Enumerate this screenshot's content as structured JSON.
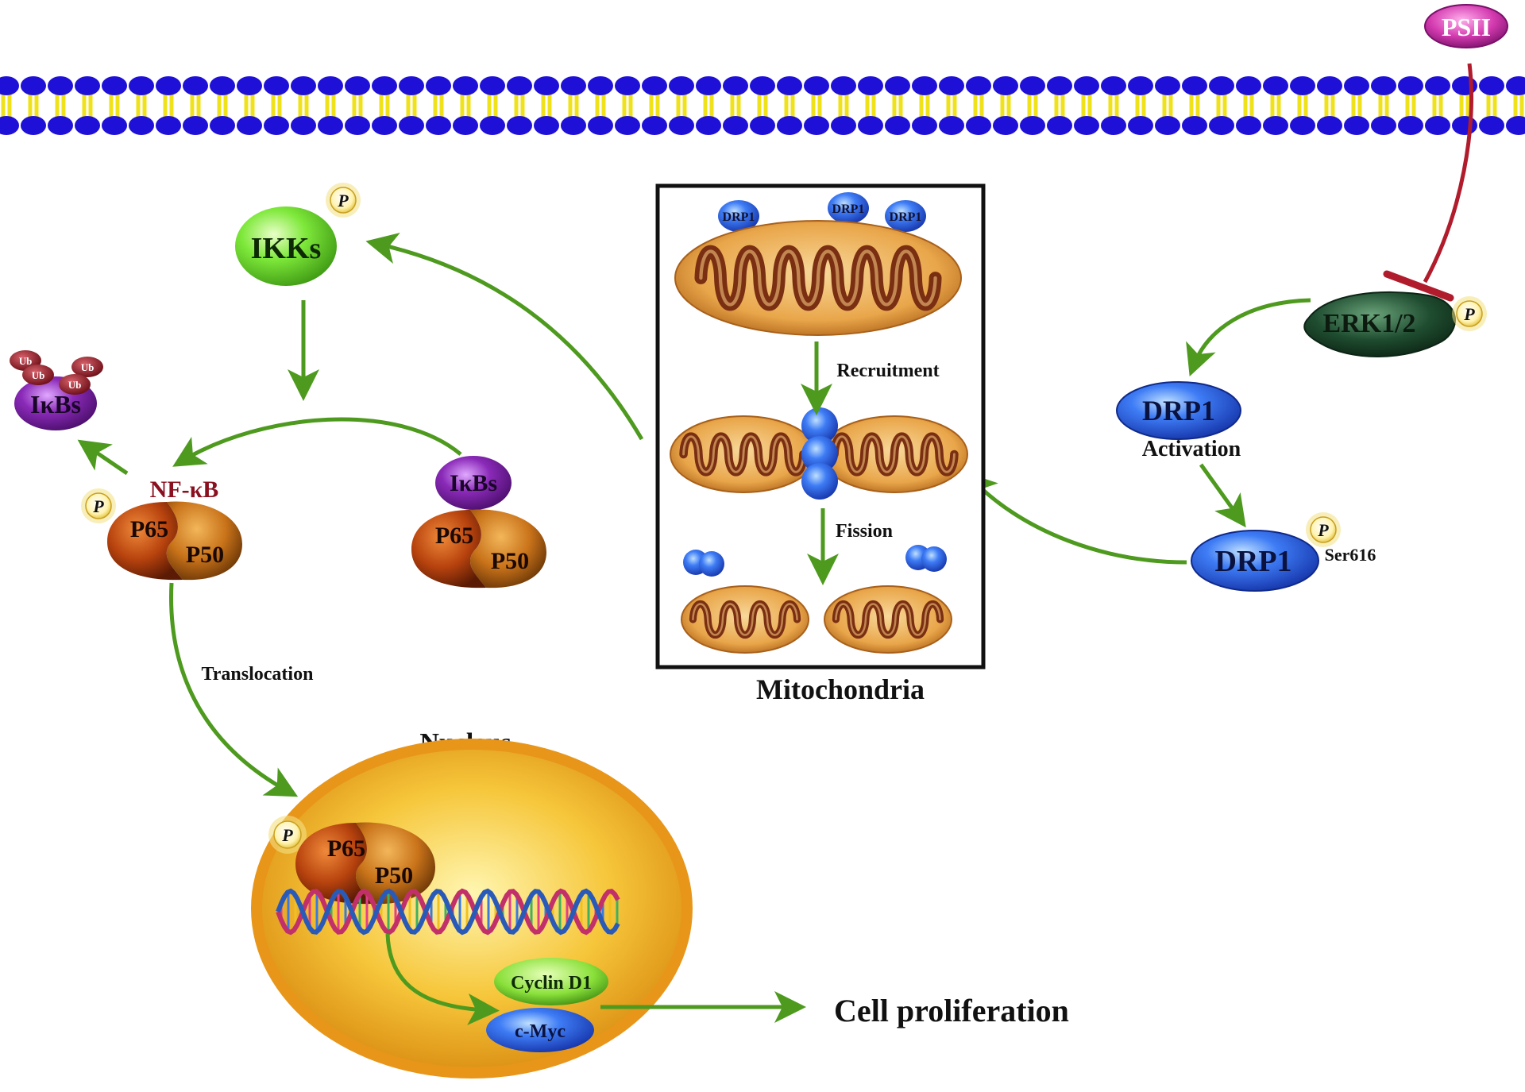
{
  "labels": {
    "psii": "PSII",
    "erk": "ERK1/2",
    "drp1_active": "DRP1",
    "activation": "Activation",
    "drp1_phos": "DRP1",
    "ser616": "Ser616",
    "ikks": "IKKs",
    "ikbs_ub": "IκBs",
    "ub": "Ub",
    "nfkb": "NF-κB",
    "p65": "P65",
    "p50": "P50",
    "ikbs_complex": "IκBs",
    "translocation": "Translocation",
    "nucleus": "Nucleus",
    "cyclin": "Cyclin D1",
    "cmyc": "c-Myc",
    "cell_prolif": "Cell proliferation",
    "recruitment": "Recruitment",
    "fission": "Fission",
    "mitochondria": "Mitochondria",
    "drp1_small": "DRP1",
    "phospho": "P"
  },
  "colors": {
    "arrow": "#4e9a1f",
    "inhibit": "#b01c2c",
    "membrane_head": "#1f10d8",
    "membrane_tail": "#f0e21a",
    "mito_outer": "#e9a64a",
    "mito_inner": "#7a2e12",
    "drp1": "#2f6cf0",
    "ikks": "#7ee83a",
    "ikbs": "#8a2ab8",
    "p65": "#b8430e",
    "p50": "#c9731a",
    "nucleus": "#f0a020",
    "erk": "#1f4d30",
    "psii": "#d43bb0"
  }
}
